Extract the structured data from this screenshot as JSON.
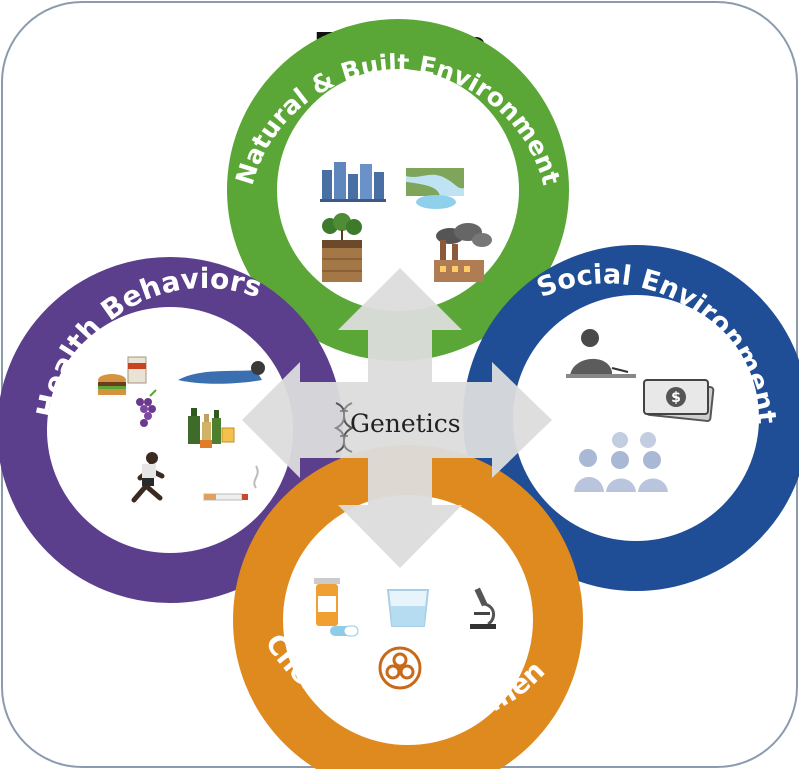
{
  "title": "Exposome",
  "center": {
    "label": "Genetics"
  },
  "colors": {
    "frame": "#8a9bb0",
    "natural": "#5aa636",
    "social": "#1f4e96",
    "health": "#5b3f8c",
    "chemical": "#df8a1e",
    "arrow": "#dcdcdc"
  },
  "rings": {
    "natural": {
      "label": "Natural & Built Environment",
      "icons": [
        "city-buildings-icon",
        "river-landscape-icon",
        "soil-trees-icon",
        "factory-pollution-icon"
      ]
    },
    "social": {
      "label": "Social Environment",
      "icons": [
        "person-writing-icon",
        "money-bill-icon",
        "people-group-icon"
      ]
    },
    "health": {
      "label": "Health Behaviors",
      "icons": [
        "fast-food-icon",
        "sleeping-person-icon",
        "wine-grapes-icon",
        "alcohol-bottles-icon",
        "runner-icon",
        "cigarette-icon"
      ]
    },
    "chemical": {
      "label": "Chemical Environment",
      "icons": [
        "pill-bottle-icon",
        "beaker-icon",
        "microscope-icon",
        "biohazard-icon"
      ]
    }
  }
}
